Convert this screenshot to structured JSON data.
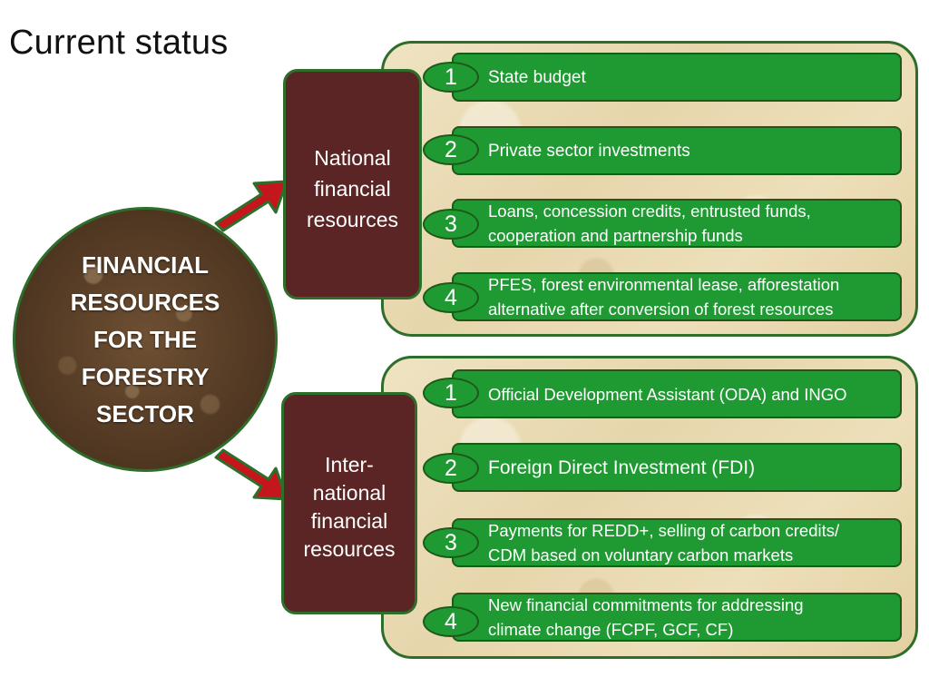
{
  "title": "Current status",
  "center": {
    "label": "FINANCIAL\nRESOURCES\nFOR THE\nFORESTRY\nSECTOR"
  },
  "groups": [
    {
      "label": "National\nfinancial\nresources",
      "items": [
        {
          "num": "1",
          "text": "State budget"
        },
        {
          "num": "2",
          "text": "Private sector investments"
        },
        {
          "num": "3",
          "text": "Loans, concession credits, entrusted funds,\ncooperation and partnership funds"
        },
        {
          "num": "4",
          "text": "PFES, forest environmental lease, afforestation\nalternative after conversion of forest resources"
        }
      ]
    },
    {
      "label": "Inter-\nnational\nfinancial\nresources",
      "items": [
        {
          "num": "1",
          "text": "Official Development Assistant (ODA) and INGO"
        },
        {
          "num": "2",
          "text": "Foreign Direct Investment (FDI)"
        },
        {
          "num": "3",
          "text": "Payments for REDD+, selling of carbon credits/\nCDM  based on voluntary carbon markets"
        },
        {
          "num": "4",
          "text": "New financial commitments for addressing\nclimate change (FCPF, GCF, CF)"
        }
      ]
    }
  ],
  "colors": {
    "item_green": "#1f9a33",
    "border_green": "#2f6d2a",
    "category_maroon": "#5b2525",
    "arrow_red": "#c4161c"
  }
}
